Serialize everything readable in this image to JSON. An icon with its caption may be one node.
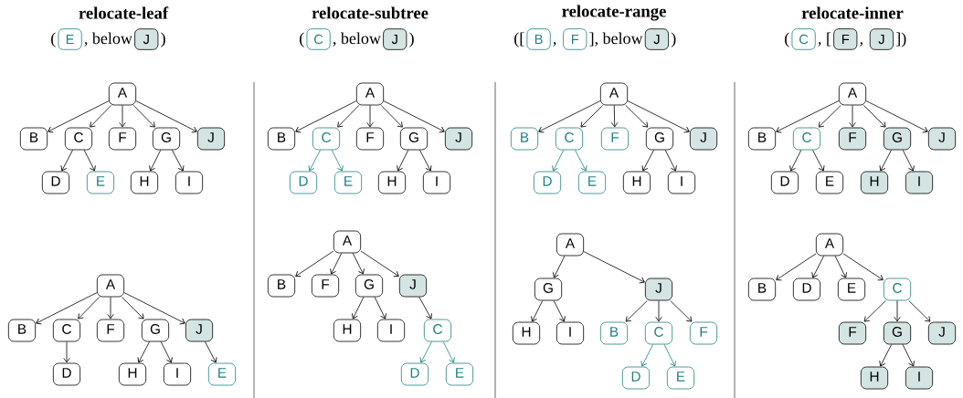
{
  "diagram": {
    "nodes": [
      {
        "text": [
          "E"
        ]
      },
      {
        "text": [
          "J"
        ]
      },
      {
        "text": [
          "C"
        ]
      },
      {
        "text": [
          "J"
        ]
      },
      {
        "text": [
          "B"
        ]
      },
      {
        "text": [
          "F"
        ]
      },
      {
        "text": [
          "J"
        ]
      },
      {
        "text": [
          "C"
        ]
      },
      {
        "text": [
          "F"
        ]
      },
      {
        "text": [
          "J"
        ]
      },
      {
        "text": [
          "A"
        ]
      },
      {
        "text": [
          "B"
        ]
      },
      {
        "text": [
          "C"
        ]
      },
      {
        "text": [
          "F"
        ]
      },
      {
        "text": [
          "G"
        ]
      },
      {
        "text": [
          "J"
        ]
      },
      {
        "text": [
          "D"
        ]
      },
      {
        "text": [
          "E"
        ]
      },
      {
        "text": [
          "H"
        ]
      },
      {
        "text": [
          "I"
        ]
      },
      {
        "text": [
          "A"
        ]
      },
      {
        "text": [
          "B"
        ]
      },
      {
        "text": [
          "C"
        ]
      },
      {
        "text": [
          "F"
        ]
      },
      {
        "text": [
          "G"
        ]
      },
      {
        "text": [
          "J"
        ]
      },
      {
        "text": [
          "D"
        ]
      },
      {
        "text": [
          "H"
        ]
      },
      {
        "text": [
          "I"
        ]
      },
      {
        "text": [
          "E"
        ]
      },
      {
        "text": [
          "A"
        ]
      },
      {
        "text": [
          "B"
        ]
      },
      {
        "text": [
          "C"
        ]
      },
      {
        "text": [
          "F"
        ]
      },
      {
        "text": [
          "G"
        ]
      },
      {
        "text": [
          "J"
        ]
      },
      {
        "text": [
          "D"
        ]
      },
      {
        "text": [
          "E"
        ]
      },
      {
        "text": [
          "H"
        ]
      },
      {
        "text": [
          "I"
        ]
      },
      {
        "text": [
          "A"
        ]
      },
      {
        "text": [
          "B"
        ]
      },
      {
        "text": [
          "F"
        ]
      },
      {
        "text": [
          "G"
        ]
      },
      {
        "text": [
          "J"
        ]
      },
      {
        "text": [
          "H"
        ]
      },
      {
        "text": [
          "I"
        ]
      },
      {
        "text": [
          "C"
        ]
      },
      {
        "text": [
          "D"
        ]
      },
      {
        "text": [
          "E"
        ]
      },
      {
        "text": [
          "A"
        ]
      },
      {
        "text": [
          "B"
        ]
      },
      {
        "text": [
          "C"
        ]
      },
      {
        "text": [
          "F"
        ]
      },
      {
        "text": [
          "G"
        ]
      },
      {
        "text": [
          "J"
        ]
      },
      {
        "text": [
          "D"
        ]
      },
      {
        "text": [
          "E"
        ]
      },
      {
        "text": [
          "H"
        ]
      },
      {
        "text": [
          "I"
        ]
      },
      {
        "text": [
          "A"
        ]
      },
      {
        "text": [
          "G"
        ]
      },
      {
        "text": [
          "J"
        ]
      },
      {
        "text": [
          "H"
        ]
      },
      {
        "text": [
          "I"
        ]
      },
      {
        "text": [
          "B"
        ]
      },
      {
        "text": [
          "C"
        ]
      },
      {
        "text": [
          "F"
        ]
      },
      {
        "text": [
          "D"
        ]
      },
      {
        "text": [
          "E"
        ]
      },
      {
        "text": [
          "A"
        ]
      },
      {
        "text": [
          "B"
        ]
      },
      {
        "text": [
          "C"
        ]
      },
      {
        "text": [
          "F"
        ]
      },
      {
        "text": [
          "G"
        ]
      },
      {
        "text": [
          "J"
        ]
      },
      {
        "text": [
          "D"
        ]
      },
      {
        "text": [
          "E"
        ]
      },
      {
        "text": [
          "H"
        ]
      },
      {
        "text": [
          "I"
        ]
      },
      {
        "text": [
          "A"
        ]
      },
      {
        "text": [
          "B"
        ]
      },
      {
        "text": [
          "D"
        ]
      },
      {
        "text": [
          "E"
        ]
      },
      {
        "text": [
          "C"
        ]
      },
      {
        "text": [
          "F"
        ]
      },
      {
        "text": [
          "G"
        ]
      },
      {
        "text": [
          "J"
        ]
      },
      {
        "text": [
          "H"
        ]
      },
      {
        "text": [
          "I"
        ]
      }
    ],
    "edges": [
      {
        "from": 10,
        "to": 11,
        "arrow": "to"
      },
      {
        "from": 10,
        "to": 12,
        "arrow": "to"
      },
      {
        "from": 10,
        "to": 13,
        "arrow": "to"
      },
      {
        "from": 10,
        "to": 14,
        "arrow": "to"
      },
      {
        "from": 10,
        "to": 15,
        "arrow": "to"
      },
      {
        "from": 12,
        "to": 16,
        "arrow": "to"
      },
      {
        "from": 12,
        "to": 17,
        "arrow": "to"
      },
      {
        "from": 14,
        "to": 18,
        "arrow": "to"
      },
      {
        "from": 14,
        "to": 19,
        "arrow": "to"
      },
      {
        "from": 20,
        "to": 21,
        "arrow": "to"
      },
      {
        "from": 20,
        "to": 22,
        "arrow": "to"
      },
      {
        "from": 20,
        "to": 23,
        "arrow": "to"
      },
      {
        "from": 20,
        "to": 24,
        "arrow": "to"
      },
      {
        "from": 20,
        "to": 25,
        "arrow": "to"
      },
      {
        "from": 22,
        "to": 26,
        "arrow": "to"
      },
      {
        "from": 24,
        "to": 27,
        "arrow": "to"
      },
      {
        "from": 24,
        "to": 28,
        "arrow": "to"
      },
      {
        "from": 25,
        "to": 29,
        "arrow": "to"
      },
      {
        "from": 30,
        "to": 31,
        "arrow": "to"
      },
      {
        "from": 30,
        "to": 32,
        "arrow": "to"
      },
      {
        "from": 30,
        "to": 33,
        "arrow": "to"
      },
      {
        "from": 30,
        "to": 34,
        "arrow": "to"
      },
      {
        "from": 30,
        "to": 35,
        "arrow": "to"
      },
      {
        "from": 32,
        "to": 36,
        "arrow": "to",
        "color": "#1f8080"
      },
      {
        "from": 32,
        "to": 37,
        "arrow": "to",
        "color": "#1f8080"
      },
      {
        "from": 34,
        "to": 38,
        "arrow": "to"
      },
      {
        "from": 34,
        "to": 39,
        "arrow": "to"
      },
      {
        "from": 40,
        "to": 41,
        "arrow": "to"
      },
      {
        "from": 40,
        "to": 42,
        "arrow": "to"
      },
      {
        "from": 40,
        "to": 43,
        "arrow": "to"
      },
      {
        "from": 40,
        "to": 44,
        "arrow": "to"
      },
      {
        "from": 43,
        "to": 45,
        "arrow": "to"
      },
      {
        "from": 43,
        "to": 46,
        "arrow": "to"
      },
      {
        "from": 44,
        "to": 47,
        "arrow": "to"
      },
      {
        "from": 47,
        "to": 48,
        "arrow": "to",
        "color": "#1f8080"
      },
      {
        "from": 47,
        "to": 49,
        "arrow": "to",
        "color": "#1f8080"
      },
      {
        "from": 50,
        "to": 51,
        "arrow": "to"
      },
      {
        "from": 50,
        "to": 52,
        "arrow": "to"
      },
      {
        "from": 50,
        "to": 53,
        "arrow": "to"
      },
      {
        "from": 50,
        "to": 54,
        "arrow": "to"
      },
      {
        "from": 50,
        "to": 55,
        "arrow": "to"
      },
      {
        "from": 52,
        "to": 56,
        "arrow": "to",
        "color": "#1f8080"
      },
      {
        "from": 52,
        "to": 57,
        "arrow": "to",
        "color": "#1f8080"
      },
      {
        "from": 54,
        "to": 58,
        "arrow": "to"
      },
      {
        "from": 54,
        "to": 59,
        "arrow": "to"
      },
      {
        "from": 60,
        "to": 61,
        "arrow": "to"
      },
      {
        "from": 60,
        "to": 62,
        "arrow": "to"
      },
      {
        "from": 61,
        "to": 63,
        "arrow": "to"
      },
      {
        "from": 61,
        "to": 64,
        "arrow": "to"
      },
      {
        "from": 62,
        "to": 65,
        "arrow": "to"
      },
      {
        "from": 62,
        "to": 66,
        "arrow": "to"
      },
      {
        "from": 62,
        "to": 67,
        "arrow": "to"
      },
      {
        "from": 66,
        "to": 68,
        "arrow": "to",
        "color": "#1f8080"
      },
      {
        "from": 66,
        "to": 69,
        "arrow": "to",
        "color": "#1f8080"
      },
      {
        "from": 70,
        "to": 71,
        "arrow": "to"
      },
      {
        "from": 70,
        "to": 72,
        "arrow": "to"
      },
      {
        "from": 70,
        "to": 73,
        "arrow": "to"
      },
      {
        "from": 70,
        "to": 74,
        "arrow": "to"
      },
      {
        "from": 70,
        "to": 75,
        "arrow": "to"
      },
      {
        "from": 72,
        "to": 76,
        "arrow": "to"
      },
      {
        "from": 72,
        "to": 77,
        "arrow": "to"
      },
      {
        "from": 74,
        "to": 78,
        "arrow": "to"
      },
      {
        "from": 74,
        "to": 79,
        "arrow": "to"
      },
      {
        "from": 80,
        "to": 81,
        "arrow": "to"
      },
      {
        "from": 80,
        "to": 82,
        "arrow": "to"
      },
      {
        "from": 80,
        "to": 83,
        "arrow": "to"
      },
      {
        "from": 80,
        "to": 84,
        "arrow": "to"
      },
      {
        "from": 84,
        "to": 85,
        "arrow": "to"
      },
      {
        "from": 84,
        "to": 86,
        "arrow": "to"
      },
      {
        "from": 84,
        "to": 87,
        "arrow": "to"
      },
      {
        "from": 86,
        "to": 88,
        "arrow": "to"
      },
      {
        "from": 86,
        "to": 89,
        "arrow": "to"
      }
    ],
    "labels": [
      "relocate-leaf",
      "(",
      ", below",
      ")",
      "relocate-subtree",
      "(",
      ", below",
      ")",
      "relocate-range",
      "([",
      ", ",
      "], below",
      ")",
      "relocate-inner",
      "(",
      ", [",
      ", ",
      "])"
    ]
  }
}
